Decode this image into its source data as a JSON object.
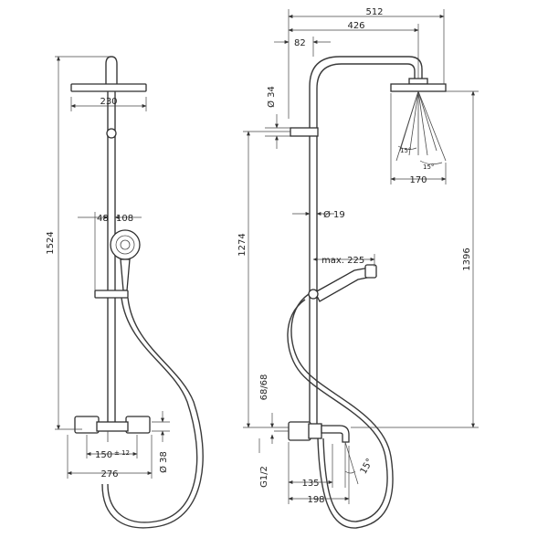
{
  "front_view": {
    "overall_height": "1524",
    "head_diameter": "230",
    "hand_offset": "48",
    "hand_head": "108",
    "centers": "150",
    "centers_tol": "± 12",
    "body_width": "276",
    "body_diameter": "Ø 38"
  },
  "side_view": {
    "arm_reach": "512",
    "arm_to_head": "426",
    "arm_offset": "82",
    "rail_diameter": "Ø 34",
    "pipe_diameter": "Ø 19",
    "hose_reach": "max. 225",
    "head_angle_left": "15°",
    "head_angle_right": "15°",
    "head_width": "170",
    "rail_height": "1274",
    "head_height": "1396",
    "inlet_range": "68/68",
    "connection": "G1/2",
    "spout_length": "135",
    "body_depth": "198",
    "spout_angle": "15°"
  },
  "colors": {
    "line": "#3a3a3a",
    "background": "#ffffff"
  }
}
